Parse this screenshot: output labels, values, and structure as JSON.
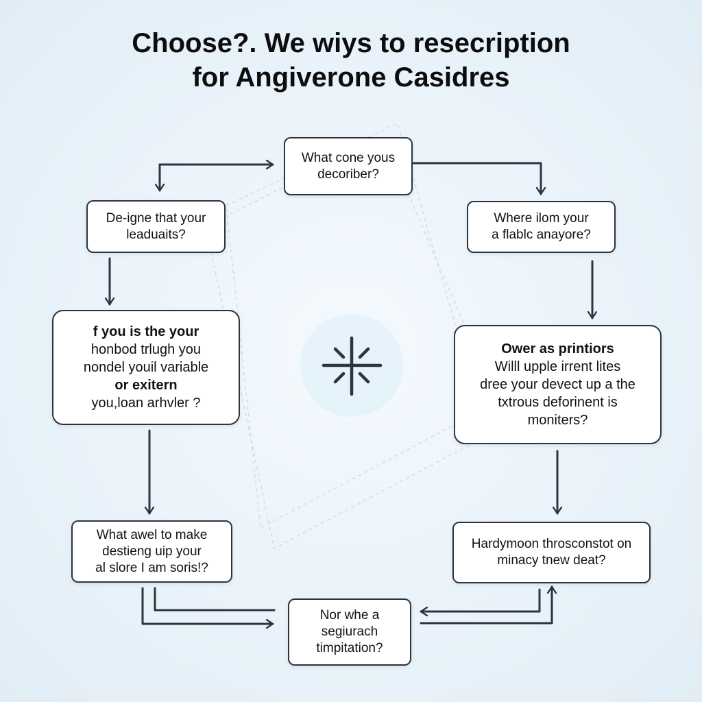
{
  "title": {
    "line1": "Choose?. We wiys to resecription",
    "line2": "for Angiverone Casidres"
  },
  "nodes": {
    "top": {
      "lines": [
        "What cone yous",
        "decoriber?"
      ]
    },
    "left1": {
      "lines": [
        "De-igne that your",
        "leaduaits?"
      ]
    },
    "right1": {
      "lines": [
        "Where ilom your",
        "a flablc anayore?"
      ]
    },
    "left2": {
      "lines": [
        "f you is the your",
        "honbod trlugh you",
        "nondel youil variable",
        "or exitern",
        "you,loan arhvler ?"
      ]
    },
    "right2": {
      "lines": [
        "Ower as printiors",
        "Willl upple irrent lites",
        "dree your devect up a the",
        "txtrous deforinent is",
        "moniters?"
      ]
    },
    "left3": {
      "lines": [
        "What awel to make",
        "destieng uip your",
        "al slore I am soris!?"
      ]
    },
    "right3": {
      "lines": [
        "Hardymoon throsconstot on",
        "minacy tnew deat?"
      ]
    },
    "bottom": {
      "lines": [
        "Nor whe a",
        "segiurach",
        "timpitation?"
      ]
    }
  },
  "icons": {
    "center": "sparkle-burst-icon"
  },
  "colors": {
    "stroke": "#2b3440",
    "box_fill": "#ffffff",
    "background": "#eaf3fa"
  }
}
